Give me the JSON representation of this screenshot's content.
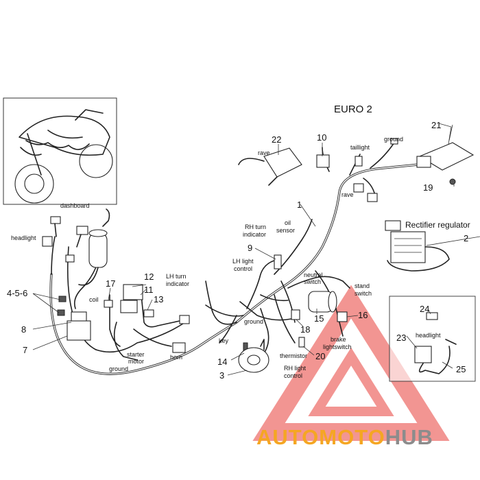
{
  "title": "EURO 2",
  "watermark": {
    "part1": "AUTO",
    "part2": "MOTO",
    "part3": "HUB",
    "color_orange": "#f5a623",
    "color_gray": "#8c8c8c",
    "triangle_color": "#e8403a"
  },
  "callouts": [
    {
      "id": "n1",
      "text": "1"
    },
    {
      "id": "n2",
      "text": "2"
    },
    {
      "id": "n3",
      "text": "3"
    },
    {
      "id": "n456",
      "text": "4-5-6"
    },
    {
      "id": "n7",
      "text": "7"
    },
    {
      "id": "n8",
      "text": "8"
    },
    {
      "id": "n9",
      "text": "9"
    },
    {
      "id": "n10",
      "text": "10"
    },
    {
      "id": "n11",
      "text": "11"
    },
    {
      "id": "n12",
      "text": "12"
    },
    {
      "id": "n13",
      "text": "13"
    },
    {
      "id": "n14",
      "text": "14"
    },
    {
      "id": "n15",
      "text": "15"
    },
    {
      "id": "n16",
      "text": "16"
    },
    {
      "id": "n17",
      "text": "17"
    },
    {
      "id": "n18",
      "text": "18"
    },
    {
      "id": "n19",
      "text": "19"
    },
    {
      "id": "n20",
      "text": "20"
    },
    {
      "id": "n21",
      "text": "21"
    },
    {
      "id": "n22",
      "text": "22"
    },
    {
      "id": "n23",
      "text": "23"
    },
    {
      "id": "n24",
      "text": "24"
    },
    {
      "id": "n25",
      "text": "25"
    }
  ],
  "labels": {
    "dashboard": "dashboard",
    "headlight": "headlight",
    "headlight_inset": "headlight",
    "coil": "coil",
    "starter": "starter",
    "motor": "motor",
    "ground_left": "ground",
    "ground_mid": "ground",
    "ground_top": "ground",
    "horn": "horn",
    "lh_turn_1": "LH turn",
    "lh_turn_2": "indicator",
    "rh_turn_1": "RH turn",
    "rh_turn_2": "indicator",
    "lh_light_1": "LH light",
    "lh_light_2": "control",
    "rh_light_1": "RH light",
    "rh_light_2": "control",
    "oil_1": "oil",
    "oil_2": "sensor",
    "neutral_1": "neutral",
    "neutral_2": "switch",
    "stand_1": "stand",
    "stand_2": "switch",
    "brake_1": "brake",
    "brake_2": "lightswitch",
    "key": "key",
    "thermistor": "thermistor",
    "taillight": "taillight",
    "rave_top": "rave",
    "rave_mid": "rave",
    "rectifier": "Rectifier regulator"
  }
}
